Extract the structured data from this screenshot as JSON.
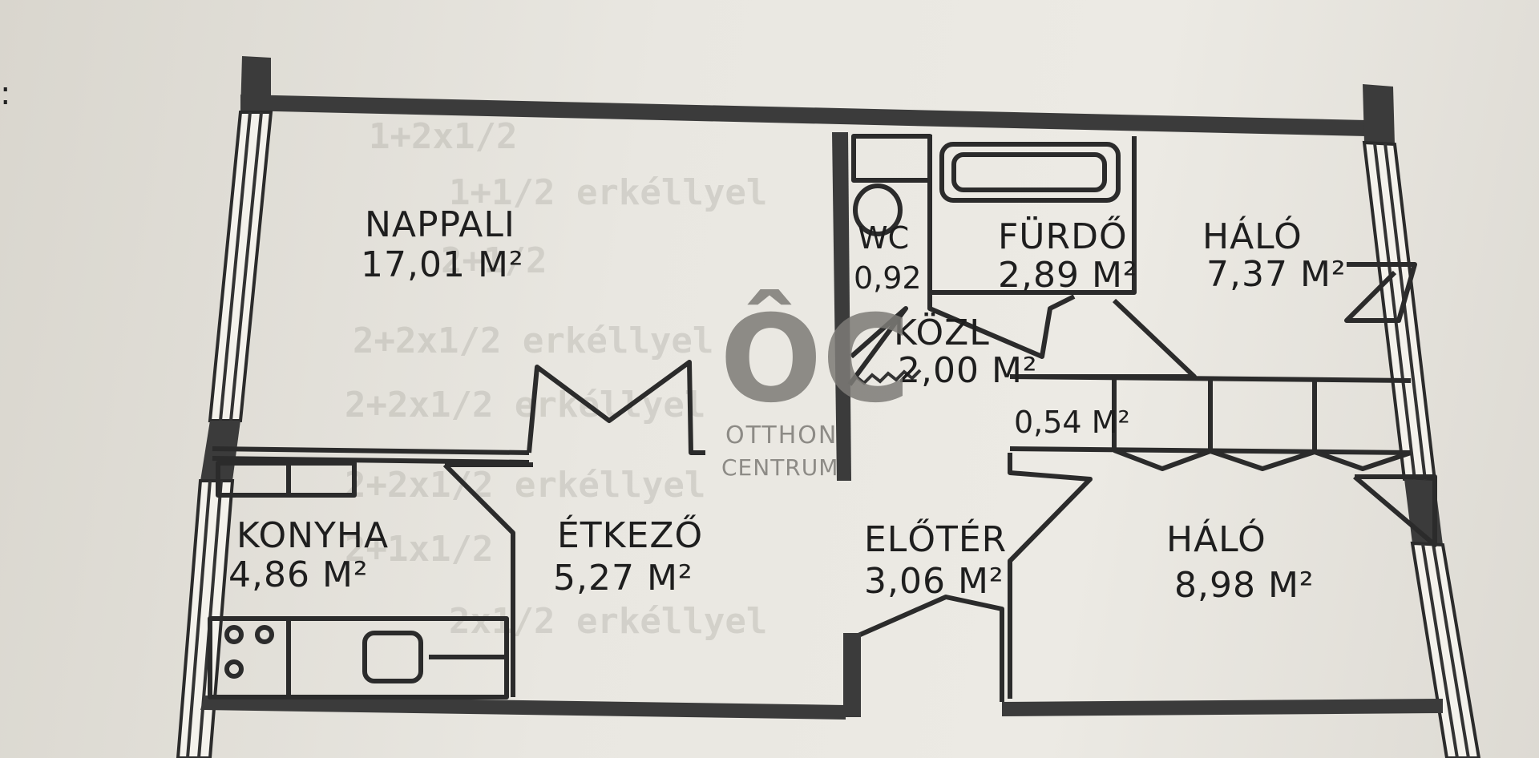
{
  "rooms": {
    "nappali": {
      "name": "NAPPALI",
      "area": "17,01 M²"
    },
    "wc": {
      "name": "WC",
      "area": "0,92"
    },
    "furdo": {
      "name": "FÜRDŐ",
      "area": "2,89 M²"
    },
    "halo_top": {
      "name": "HÁLÓ",
      "area": "7,37 M²"
    },
    "kozl": {
      "name": "KÖZL",
      "area": "2,00 M²"
    },
    "storage": {
      "area": "0,54 M²"
    },
    "konyha": {
      "name": "KONYHA",
      "area": "4,86 M²"
    },
    "etkezo": {
      "name": "ÉTKEZŐ",
      "area": "5,27 M²"
    },
    "eloter": {
      "name": "ELŐTÉR",
      "area": "3,06 M²"
    },
    "halo_bottom": {
      "name": "HÁLÓ",
      "area": "8,98 M²"
    }
  },
  "watermark": {
    "mark": "ÔC",
    "line1": "OTTHON",
    "line2": "CENTRUM"
  },
  "bleed_through": [
    "1+2x1/2",
    "1+1/2 erkéllyel",
    "2+1/2",
    "2+2x1/2 erkéllyel",
    "2+2x1/2 erkéllyel",
    "2+2x1/2 erkéllyel",
    "2+1x1/2",
    "2x1/2 erkéllyel"
  ],
  "colors": {
    "ink": "#2b2b2b",
    "paper": "#eceae4",
    "watermark": "#7d7b77"
  }
}
